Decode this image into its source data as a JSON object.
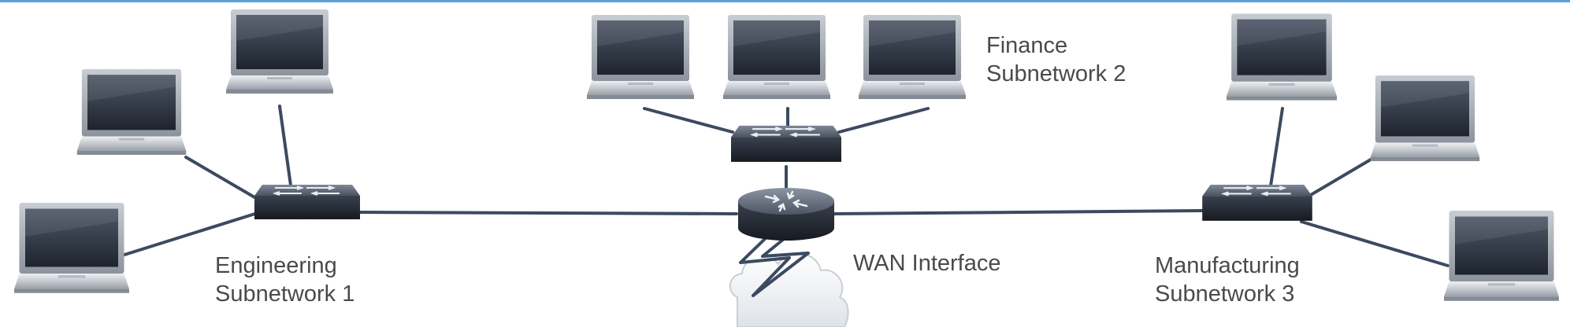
{
  "labels": {
    "finance": {
      "line1": "Finance",
      "line2": "Subnetwork 2"
    },
    "engineering": {
      "line1": "Engineering",
      "line2": "Subnetwork 1"
    },
    "manufacturing": {
      "line1": "Manufacturing",
      "line2": "Subnetwork 3"
    },
    "wan": "WAN Interface"
  },
  "icons": {
    "laptop": "laptop-icon",
    "switch": "switch-icon",
    "router": "router-icon",
    "cloud": "cloud-icon",
    "lightning": "lightning-bolt-icon"
  },
  "colors": {
    "link": "#3c4a60",
    "device_dark": "#2b3240",
    "device_light": "#d4d8de",
    "label_text": "#4a4a4a",
    "top_border": "#5aa0d8"
  }
}
